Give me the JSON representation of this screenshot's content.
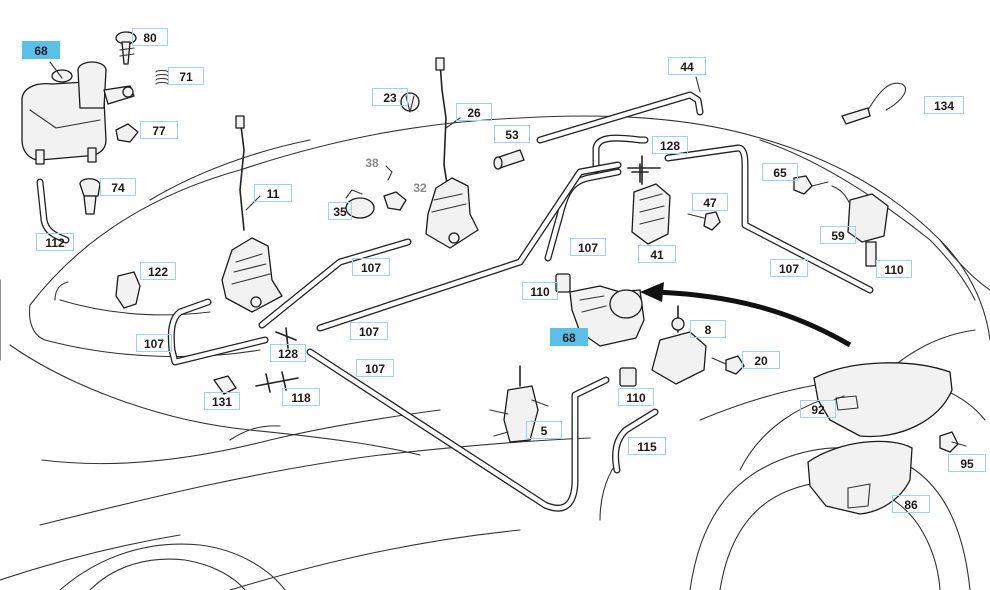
{
  "diagram": {
    "labels": [
      {
        "id": "lbl-68-top",
        "text": "68",
        "highlight": true
      },
      {
        "id": "lbl-80",
        "text": "80"
      },
      {
        "id": "lbl-71",
        "text": "71"
      },
      {
        "id": "lbl-77",
        "text": "77"
      },
      {
        "id": "lbl-74",
        "text": "74"
      },
      {
        "id": "lbl-112",
        "text": "112"
      },
      {
        "id": "lbl-11",
        "text": "11"
      },
      {
        "id": "lbl-23",
        "text": "23"
      },
      {
        "id": "lbl-26",
        "text": "26"
      },
      {
        "id": "lbl-38",
        "text": "38"
      },
      {
        "id": "lbl-32",
        "text": "32"
      },
      {
        "id": "lbl-35",
        "text": "35"
      },
      {
        "id": "lbl-53",
        "text": "53"
      },
      {
        "id": "lbl-44",
        "text": "44"
      },
      {
        "id": "lbl-128-top",
        "text": "128"
      },
      {
        "id": "lbl-134",
        "text": "134"
      },
      {
        "id": "lbl-65",
        "text": "65"
      },
      {
        "id": "lbl-47",
        "text": "47"
      },
      {
        "id": "lbl-59",
        "text": "59"
      },
      {
        "id": "lbl-41",
        "text": "41"
      },
      {
        "id": "lbl-107-a",
        "text": "107"
      },
      {
        "id": "lbl-107-b",
        "text": "107"
      },
      {
        "id": "lbl-107-c",
        "text": "107"
      },
      {
        "id": "lbl-107-d",
        "text": "107"
      },
      {
        "id": "lbl-107-e",
        "text": "107"
      },
      {
        "id": "lbl-107-f",
        "text": "107"
      },
      {
        "id": "lbl-110-a",
        "text": "110"
      },
      {
        "id": "lbl-110-b",
        "text": "110"
      },
      {
        "id": "lbl-110-c",
        "text": "110"
      },
      {
        "id": "lbl-122",
        "text": "122"
      },
      {
        "id": "lbl-128-mid",
        "text": "128"
      },
      {
        "id": "lbl-68-mid",
        "text": "68",
        "highlight": true
      },
      {
        "id": "lbl-8",
        "text": "8"
      },
      {
        "id": "lbl-20",
        "text": "20"
      },
      {
        "id": "lbl-131",
        "text": "131"
      },
      {
        "id": "lbl-118",
        "text": "118"
      },
      {
        "id": "lbl-5",
        "text": "5"
      },
      {
        "id": "lbl-115",
        "text": "115"
      },
      {
        "id": "lbl-92",
        "text": "92"
      },
      {
        "id": "lbl-95",
        "text": "95"
      },
      {
        "id": "lbl-86",
        "text": "86"
      }
    ]
  },
  "colors": {
    "highlight": "#5bc0e8",
    "label_border": "#9fd3ea",
    "line": "#222222",
    "grey_label": "#8a8a8a"
  }
}
